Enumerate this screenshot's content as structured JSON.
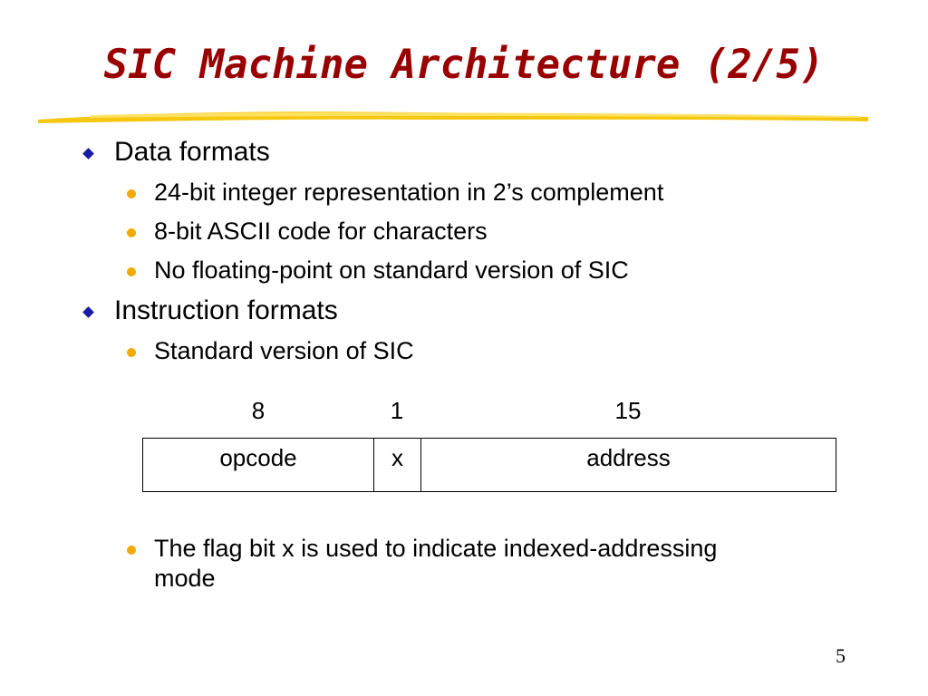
{
  "title": "SIC Machine Architecture (2/5)",
  "bullets": {
    "data_formats": {
      "label": "Data formats",
      "items": [
        "24-bit integer representation in 2’s complement",
        "8-bit ASCII code for characters",
        "No floating-point on standard version of SIC"
      ]
    },
    "instruction_formats": {
      "label": "Instruction formats",
      "items": [
        "Standard version of SIC"
      ],
      "footnote": "The flag bit x is used to indicate indexed-addressing mode"
    }
  },
  "instruction_format": {
    "bit_widths": [
      "8",
      "1",
      "15"
    ],
    "fields": [
      "opcode",
      "x",
      "address"
    ]
  },
  "page_number": "5",
  "colors": {
    "title": "#990000",
    "diamond_bullet": "#1a1aa8",
    "dot_bullet": "#f2a900",
    "underline": "#f5c400",
    "text": "#000000"
  }
}
